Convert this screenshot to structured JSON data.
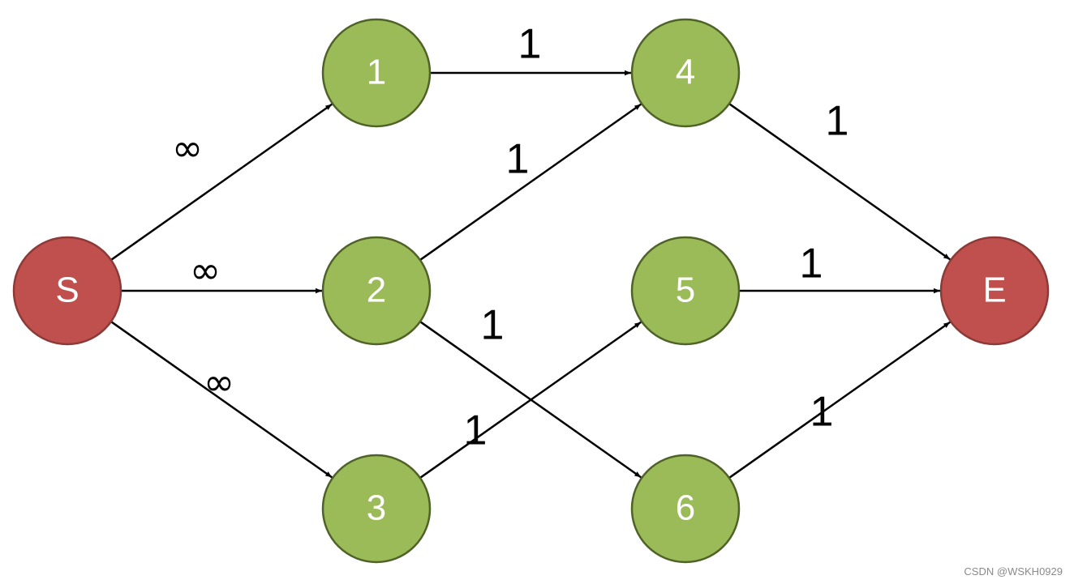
{
  "colors": {
    "terminal_fill": "#c0504d",
    "terminal_stroke": "#8c3a38",
    "inner_fill": "#9bbb59",
    "inner_stroke": "#4f6228",
    "edge": "#000000",
    "node_text": "#ffffff"
  },
  "nodes": [
    {
      "id": "S",
      "label": "S",
      "kind": "terminal"
    },
    {
      "id": "1",
      "label": "1",
      "kind": "inner"
    },
    {
      "id": "2",
      "label": "2",
      "kind": "inner"
    },
    {
      "id": "3",
      "label": "3",
      "kind": "inner"
    },
    {
      "id": "4",
      "label": "4",
      "kind": "inner"
    },
    {
      "id": "5",
      "label": "5",
      "kind": "inner"
    },
    {
      "id": "6",
      "label": "6",
      "kind": "inner"
    },
    {
      "id": "E",
      "label": "E",
      "kind": "terminal"
    }
  ],
  "edges": [
    {
      "from": "S",
      "to": "1",
      "label": "∞"
    },
    {
      "from": "S",
      "to": "2",
      "label": "∞"
    },
    {
      "from": "S",
      "to": "3",
      "label": "∞"
    },
    {
      "from": "1",
      "to": "4",
      "label": "1"
    },
    {
      "from": "2",
      "to": "4",
      "label": "1"
    },
    {
      "from": "2",
      "to": "6",
      "label": "1"
    },
    {
      "from": "3",
      "to": "5",
      "label": "1"
    },
    {
      "from": "4",
      "to": "E",
      "label": "1"
    },
    {
      "from": "5",
      "to": "E",
      "label": "1"
    },
    {
      "from": "6",
      "to": "E",
      "label": "1"
    }
  ],
  "watermark": "CSDN @WSKH0929"
}
